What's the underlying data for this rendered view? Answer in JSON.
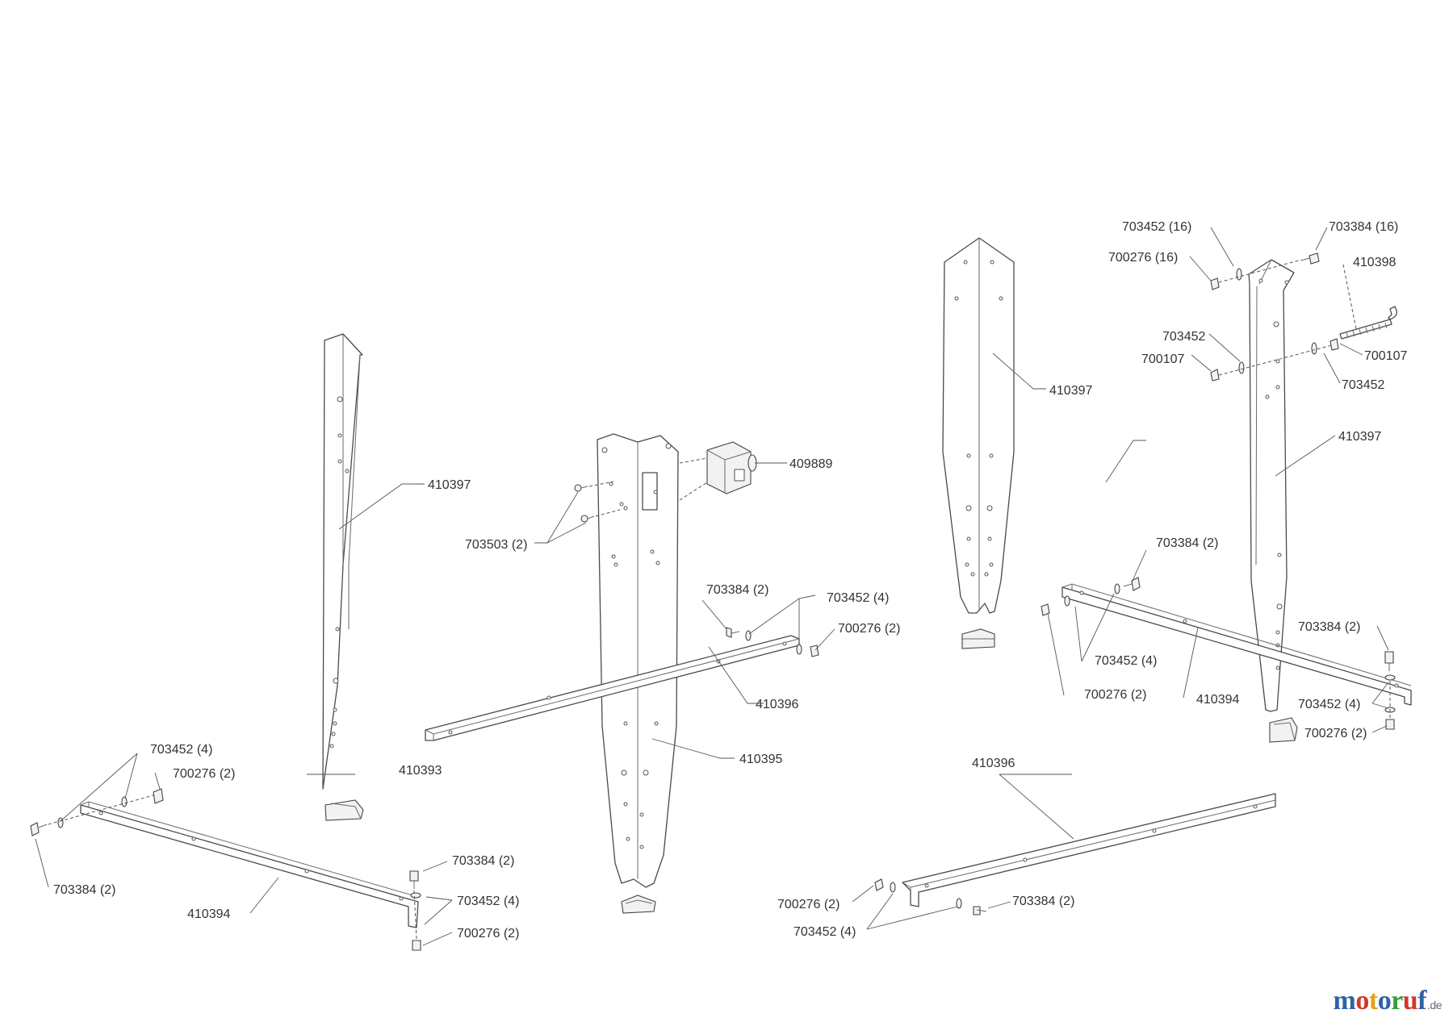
{
  "diagram": {
    "part_numbers": {
      "leg_left": "410397",
      "leg_center": "410395",
      "leg_rear": "410397",
      "leg_right": "410397",
      "foot": "410393",
      "switch": "409889",
      "crossbar_left": "410394",
      "crossbar_center": "410396",
      "crossbar_front": "410396",
      "crossbar_right": "410394",
      "rod": "410398",
      "screw_switch": "703503 (2)",
      "bolt_center": "703384 (2)",
      "washer_center": "703452 (4)",
      "nut_center": "700276 (2)",
      "washer_left_top": "703452 (4)",
      "nut_left_top": "700276 (2)",
      "bolt_left_bottom": "703384 (2)",
      "bolt_left_right": "703384 (2)",
      "washer_left_right": "703452 (4)",
      "nut_left_right": "700276 (2)",
      "nut_front": "700276 (2)",
      "washer_front": "703452 (4)",
      "bolt_front": "703384 (2)",
      "washer_top_16": "703452 (16)",
      "bolt_top_16": "703384 (16)",
      "nut_top_16": "700276 (16)",
      "washer_rod_left": "703452",
      "nut_rod_left": "700107",
      "nut_rod_right": "700107",
      "washer_rod_right": "703452",
      "bolt_right_bar": "703384 (2)",
      "washer_right_bar": "703452 (4)",
      "nut_right_bar": "700276 (2)",
      "bolt_right_end": "703384 (2)",
      "washer_right_end": "703452 (4)",
      "nut_right_end": "700276 (2)"
    }
  },
  "brand": {
    "letters": [
      "m",
      "o",
      "t",
      "o",
      "r",
      "u",
      "f"
    ],
    "letter_colors": [
      "#2e63a6",
      "#d0392b",
      "#e6a117",
      "#2e63a6",
      "#3a9a3a",
      "#d0392b",
      "#2e63a6"
    ],
    "tld": ".de"
  }
}
